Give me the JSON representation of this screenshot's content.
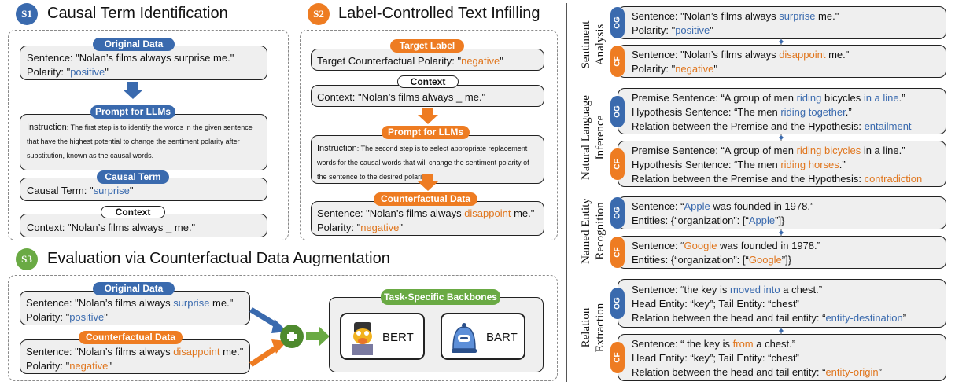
{
  "s1": {
    "badge": "S1",
    "title": "Causal Term Identification",
    "original_pill": "Original Data",
    "sentence_pre": "Sentence: \"Nolan’s films always surprise me.\"",
    "polarity_pre": "Polarity: \"",
    "polarity_val": "positive",
    "polarity_post": "\"",
    "prompt_pill": "Prompt for LLMs",
    "instruction_label": "Instruction",
    "instruction_text": ": The first step is to identify the words in the given sentence that have the highest potential to change the sentiment polarity after substitution, known as the causal words.",
    "causal_pill": "Causal Term",
    "causal_pre": "Causal Term: \"",
    "causal_val": "surprise",
    "causal_post": "\"",
    "context_pill": "Context",
    "context_text": "Context: \"Nolan’s films always _ me.\""
  },
  "s2": {
    "badge": "S2",
    "title": "Label-Controlled Text Infilling",
    "target_pill": "Target Label",
    "target_pre": "Target Counterfactual Polarity: \"",
    "target_val": "negative",
    "target_post": "\"",
    "context_pill": "Context",
    "context_text": "Context: \"Nolan’s films always _ me.\"",
    "prompt_pill": "Prompt for LLMs",
    "instruction_label": "Instruction",
    "instruction_text": ": The second step is to select appropriate replacement words for the causal words that will change the sentiment polarity of the sentence to the desired polarity.",
    "cf_pill": "Counterfactual Data",
    "sentence_pre": "Sentence: \"Nolan’s films always ",
    "sentence_val": "disappoint",
    "sentence_post": " me.\"",
    "polarity_pre": "Polarity: \"",
    "polarity_val": "negative",
    "polarity_post": "\""
  },
  "s3": {
    "badge": "S3",
    "title": "Evaluation via Counterfactual Data Augmentation",
    "original_pill": "Original Data",
    "og_sentence_pre": "Sentence: \"Nolan’s films always ",
    "og_sentence_val": "surprise",
    "og_sentence_post": " me.\"",
    "og_polarity_pre": "Polarity: \"",
    "og_polarity_val": "positive",
    "og_polarity_post": "\"",
    "cf_pill": "Counterfactual Data",
    "cf_sentence_pre": "Sentence: \"Nolan’s films always ",
    "cf_sentence_val": "disappoint",
    "cf_sentence_post": " me.\"",
    "cf_polarity_pre": "Polarity: \"",
    "cf_polarity_val": "negative",
    "cf_polarity_post": "\"",
    "backbones_pill": "Task-Specific Backbones",
    "bert": "BERT",
    "bart": "BART"
  },
  "right": {
    "og_tag": "OG",
    "cf_tag": "CF",
    "sa": {
      "label_lines": [
        "Sentiment",
        "Analysis"
      ],
      "og_l1_pre": "Sentence: \"Nolan’s films always ",
      "og_l1_val": "surprise",
      "og_l1_post": " me.\"",
      "og_l2_pre": "Polarity: \"",
      "og_l2_val": "positive",
      "og_l2_post": "\"",
      "cf_l1_pre": "Sentence: \"Nolan’s films always ",
      "cf_l1_val": "disappoint",
      "cf_l1_post": " me.\"",
      "cf_l2_pre": "Polarity: \"",
      "cf_l2_val": "negative",
      "cf_l2_post": "\""
    },
    "nli": {
      "label_lines": [
        "Natural Language",
        "Inference"
      ],
      "og_l1_a": "Premise Sentence: “A group of men ",
      "og_l1_b": "riding",
      "og_l1_c": " bicycles ",
      "og_l1_d": "in a line",
      "og_l1_e": ".”",
      "og_l2_a": "Hypothesis Sentence: “The men ",
      "og_l2_b": "riding together",
      "og_l2_c": ".”",
      "og_l3_a": "Relation between the Premise and the Hypothesis: ",
      "og_l3_b": "entailment",
      "cf_l1_a": "Premise Sentence: “A group of men ",
      "cf_l1_b": "riding bicycles",
      "cf_l1_c": " in a line.”",
      "cf_l2_a": "Hypothesis Sentence: “The men ",
      "cf_l2_b": "riding horses",
      "cf_l2_c": ".”",
      "cf_l3_a": "Relation between the Premise and the Hypothesis: ",
      "cf_l3_b": "contradiction"
    },
    "ner": {
      "label_lines": [
        "Named Entity",
        "Recognition"
      ],
      "og_l1_a": "Sentence: “",
      "og_l1_b": "Apple",
      "og_l1_c": " was founded in 1978.”",
      "og_l2_a": "Entities: {“organization”: [“",
      "og_l2_b": "Apple",
      "og_l2_c": "”]}",
      "cf_l1_a": "Sentence: “",
      "cf_l1_b": "Google",
      "cf_l1_c": " was founded in 1978.”",
      "cf_l2_a": "Entities: {“organization”: [“",
      "cf_l2_b": "Google",
      "cf_l2_c": "”]}"
    },
    "re": {
      "label_lines": [
        "Relation",
        "Extraction"
      ],
      "og_l1_a": "Sentence: “the key is ",
      "og_l1_b": "moved into",
      "og_l1_c": " a chest.”",
      "og_l2": "Head Entity: “key”; Tail Entity: “chest”",
      "og_l3_a": "Relation between the head and tail entity: “",
      "og_l3_b": "entity-destination",
      "og_l3_c": "”",
      "cf_l1_a": "Sentence: “ the key is ",
      "cf_l1_b": "from",
      "cf_l1_c": " a chest.”",
      "cf_l2": "Head Entity: “key”; Tail Entity: “chest”",
      "cf_l3_a": "Relation between the head and tail entity: “",
      "cf_l3_b": "entity-origin",
      "cf_l3_c": "”"
    }
  }
}
